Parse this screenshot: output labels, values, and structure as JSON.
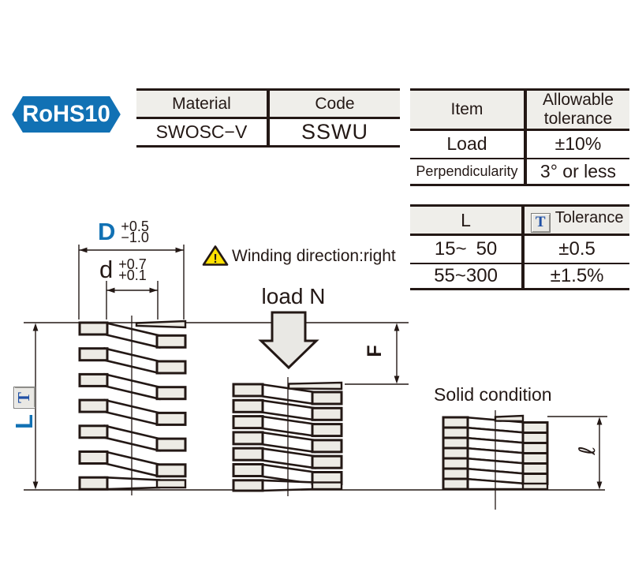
{
  "badge": {
    "label": "RoHS10"
  },
  "icons": {
    "tolerance": "T",
    "warning": "!"
  },
  "material_table": {
    "headers": [
      "Material",
      "Code"
    ],
    "material": "SWOSC−V",
    "code": "SSWU"
  },
  "allowable_tolerance_table": {
    "headers": [
      "Item",
      "Allowable tolerance"
    ],
    "rows": [
      {
        "item": "Load",
        "value": "±10%"
      },
      {
        "item": "Perpendicularity",
        "value": "3° or less"
      }
    ]
  },
  "length_tolerance_table": {
    "col1_header": "L",
    "col2_header": "Tolerance",
    "rows": [
      {
        "range": "15~ 50",
        "value": "±0.5"
      },
      {
        "range": "55~300",
        "value": "±1.5%"
      }
    ]
  },
  "dimensions": {
    "outer_diameter": {
      "label": "D",
      "tol_upper": "+0.5",
      "tol_lower": "−1.0"
    },
    "inner_diameter": {
      "label": "d",
      "tol_upper": "+0.7",
      "tol_lower": "+0.1"
    },
    "free_length": {
      "label": "L"
    },
    "deflection": {
      "label": "F"
    },
    "solid_length": {
      "label": "ℓ"
    }
  },
  "annotations": {
    "winding_direction": "Winding direction:right",
    "load": "load N",
    "solid_condition": "Solid condition"
  },
  "colors": {
    "accent_blue": "#1171b4",
    "tolerance_blue": "#2050a5",
    "line": "#231815",
    "warning_yellow": "#ffe100"
  }
}
